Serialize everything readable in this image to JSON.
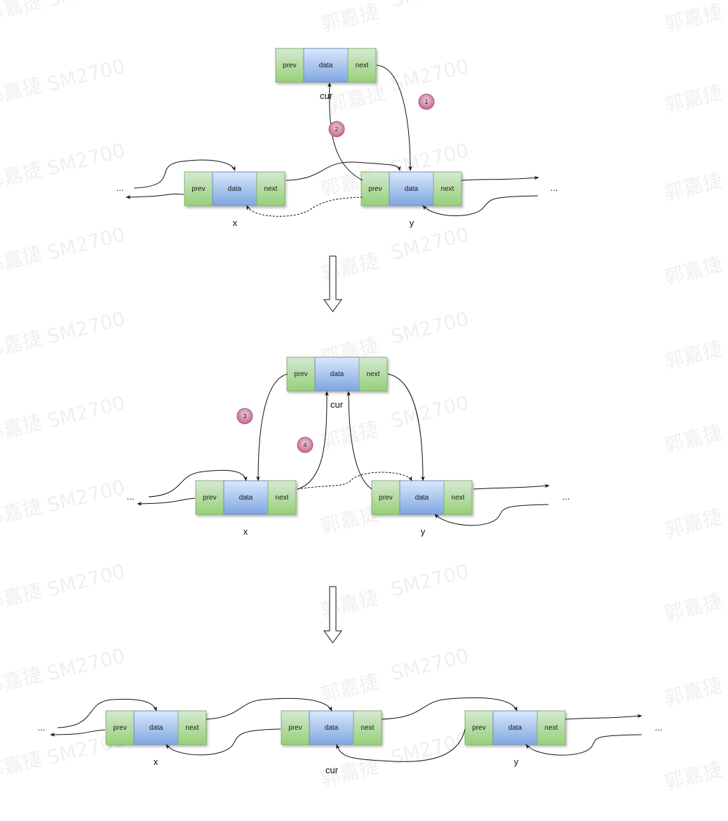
{
  "watermark": [
    "SM2700",
    "郭嘉捷"
  ],
  "cells": {
    "prev": "prev",
    "data": "data",
    "next": "next"
  },
  "node_labels": {
    "x": "x",
    "y": "y",
    "cur": "cur"
  },
  "ellipsis": "...",
  "steps": [
    "1",
    "2",
    "3",
    "4"
  ],
  "colors": {
    "green_fill": "#d5e8d4",
    "green_fill_dark": "#97d077",
    "green_stroke": "#82b366",
    "blue_fill": "#dae8fc",
    "blue_fill_dark": "#7ea6e0",
    "blue_stroke": "#6c8ebf",
    "badge_fill": "#e6d0de",
    "badge_fill_dark": "#cd5f8b",
    "badge_stroke": "#996185"
  }
}
